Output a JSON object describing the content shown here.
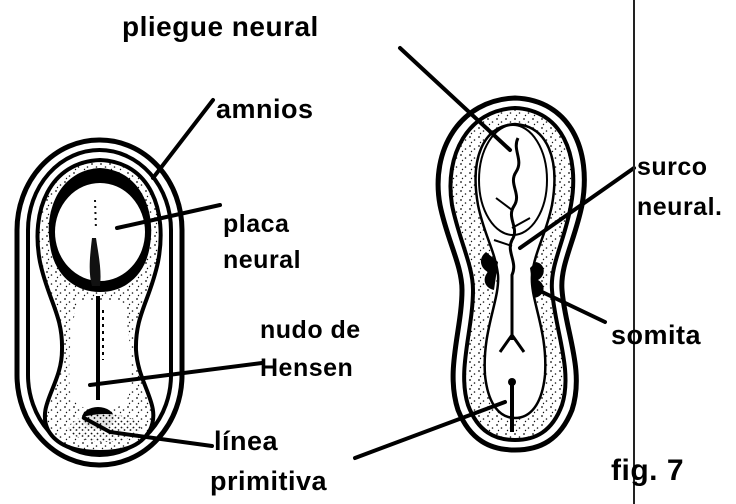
{
  "labels": {
    "pliegue_neural": "pliegue neural",
    "amnios": "amnios",
    "placa_neural": [
      "placa",
      "neural"
    ],
    "nudo_de_hensen": [
      "nudo de",
      "Hensen"
    ],
    "linea_primitiva": [
      "línea",
      "primitiva"
    ],
    "surco_neural": [
      "surco",
      "neural."
    ],
    "somita": "somita",
    "fig": "fig. 7"
  }
}
